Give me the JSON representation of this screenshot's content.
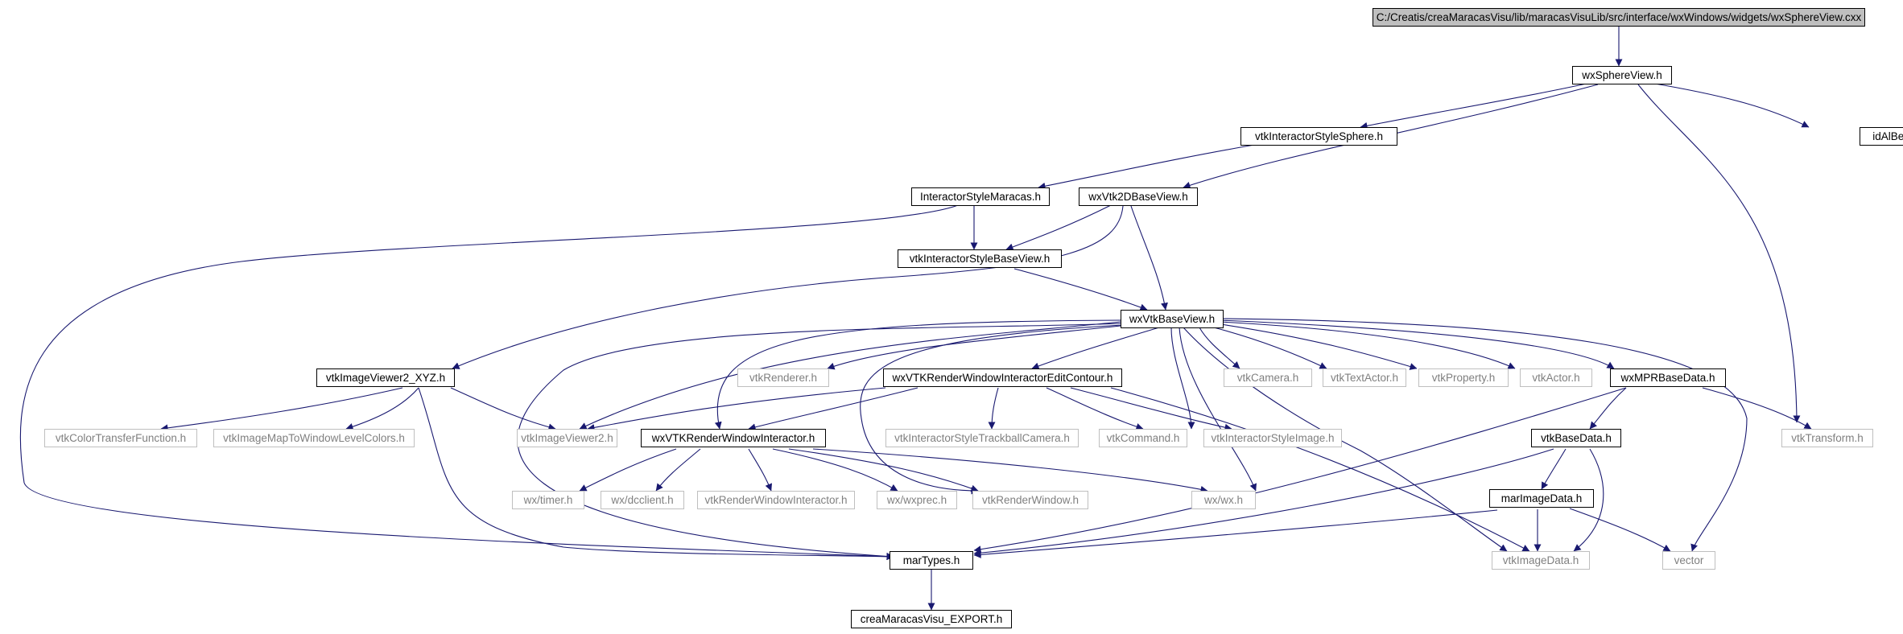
{
  "colors": {
    "edge": "#191970",
    "root_fill": "#bfbfbf",
    "faded_border": "#bfbfbf",
    "faded_text": "#808080"
  },
  "nodes": {
    "root": "C:/Creatis/creaMaracasVisu/lib/maracasVisuLib/src/interface/wxWindows/widgets/wxSphereView.cxx",
    "wxSphereView": "wxSphereView.h",
    "vtkInteractorStyleSphere": "vtkInteractorStyleSphere.h",
    "idAlBeRa": "idAlBeRa.h",
    "InteractorStyleMaracas": "InteractorStyleMaracas.h",
    "wxVtk2DBaseView": "wxVtk2DBaseView.h",
    "vtkInteractorStyleBaseView": "vtkInteractorStyleBaseView.h",
    "wxVtkBaseView": "wxVtkBaseView.h",
    "vtkImageViewer2_XYZ": "vtkImageViewer2_XYZ.h",
    "vtkRenderer": "vtkRenderer.h",
    "wxVTKRenderWindowInteractorEditContour": "wxVTKRenderWindowInteractorEditContour.h",
    "vtkCamera": "vtkCamera.h",
    "vtkTextActor": "vtkTextActor.h",
    "vtkProperty": "vtkProperty.h",
    "vtkActor": "vtkActor.h",
    "wxMPRBaseData": "wxMPRBaseData.h",
    "vtkColorTransferFunction": "vtkColorTransferFunction.h",
    "vtkImageMapToWindowLevelColors": "vtkImageMapToWindowLevelColors.h",
    "vtkImageViewer2": "vtkImageViewer2.h",
    "wxVTKRenderWindowInteractor": "wxVTKRenderWindowInteractor.h",
    "vtkInteractorStyleTrackballCamera": "vtkInteractorStyleTrackballCamera.h",
    "vtkCommand": "vtkCommand.h",
    "vtkInteractorStyleImage": "vtkInteractorStyleImage.h",
    "vtkBaseData": "vtkBaseData.h",
    "vtkTransform": "vtkTransform.h",
    "wx_timer": "wx/timer.h",
    "wx_dcclient": "wx/dcclient.h",
    "vtkRenderWindowInteractor": "vtkRenderWindowInteractor.h",
    "wx_wxprec": "wx/wxprec.h",
    "vtkRenderWindow": "vtkRenderWindow.h",
    "wx_wx": "wx/wx.h",
    "marImageData": "marImageData.h",
    "marTypes": "marTypes.h",
    "vtkImageData": "vtkImageData.h",
    "vector": "vector",
    "creaMaracasVisu_EXPORT": "creaMaracasVisu_EXPORT.h"
  }
}
